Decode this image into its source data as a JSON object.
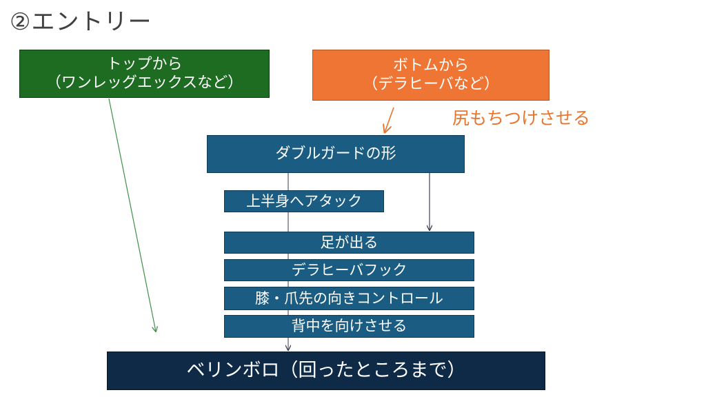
{
  "title": "②エントリー",
  "top_box": {
    "line1": "トップから",
    "line2": "（ワンレッグエックスなど）"
  },
  "bottom_box": {
    "line1": "ボトムから",
    "line2": "（デラヒーバなど）"
  },
  "annotation": "尻もちつけさせる",
  "double_guard": "ダブルガードの形",
  "upper_attack": "上半身へアタック",
  "steps": [
    "足が出る",
    "デラヒーバフック",
    "膝・爪先の向きコントロール",
    "背中を向けさせる"
  ],
  "final": "ベリンボロ（回ったところまで）",
  "colors": {
    "green": "#1e6b22",
    "orange": "#ee7533",
    "blue": "#1b5d82",
    "navy": "#0e2a47",
    "annotation": "#e8752e"
  }
}
